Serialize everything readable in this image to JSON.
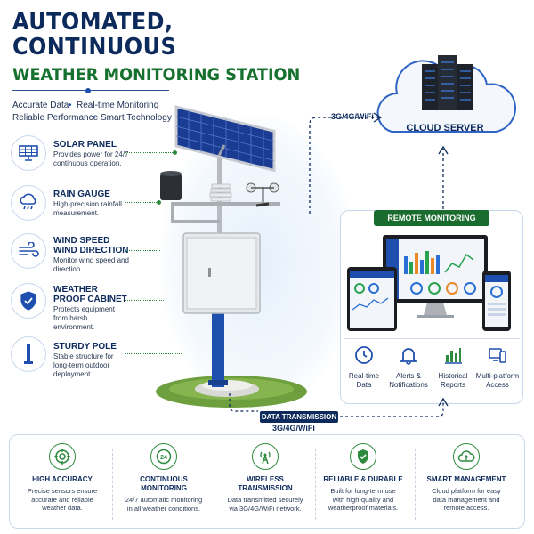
{
  "title": {
    "line1": "AUTOMATED,",
    "line2": "CONTINUOUS",
    "line3": "WEATHER MONITORING STATION"
  },
  "features": [
    "Accurate Data",
    "Real-time Monitoring",
    "Reliable Performance",
    "Smart Technology"
  ],
  "components": [
    {
      "title": "SOLAR PANEL",
      "desc": "Provides power for 24/7 continuous operation.",
      "icon": "solar-panel-icon"
    },
    {
      "title": "RAIN GAUGE",
      "desc": "High-precision rainfall measurement.",
      "icon": "rain-cloud-icon"
    },
    {
      "title": "WIND SPEED\nWIND DIRECTION",
      "title_a": "WIND SPEED",
      "title_b": "WIND DIRECTION",
      "desc": "Monitor wind speed and direction.",
      "icon": "wind-icon"
    },
    {
      "title_a": "WEATHER",
      "title_b": "PROOF CABINET",
      "desc": "Protects equipment from harsh environment.",
      "icon": "shield-icon"
    },
    {
      "title": "STURDY POLE",
      "desc": "Stable structure for long-term outdoor deployment.",
      "icon": "pole-icon"
    }
  ],
  "cloud": {
    "label": "CLOUD SERVER",
    "link": "3G/4G/WiFi"
  },
  "remote": {
    "header": "REMOTE MONITORING",
    "items": [
      {
        "label_a": "Real-time",
        "label_b": "Data",
        "icon": "clock-icon"
      },
      {
        "label_a": "Alerts &",
        "label_b": "Notifications",
        "icon": "bell-icon"
      },
      {
        "label_a": "Historical",
        "label_b": "Reports",
        "icon": "bar-chart-icon"
      },
      {
        "label_a": "Multi-platform",
        "label_b": "Access",
        "icon": "devices-icon"
      }
    ]
  },
  "transmission": {
    "label": "DATA TRANSMISSION",
    "sub": "3G/4G/WiFi"
  },
  "benefits": [
    {
      "title_a": "HIGH ACCURACY",
      "title_b": "",
      "desc": [
        "Precise sensors ensure",
        "accurate and reliable",
        "weather data."
      ],
      "icon": "target-icon"
    },
    {
      "title_a": "CONTINUOUS",
      "title_b": "MONITORING",
      "desc": [
        "24/7 automatic monitoring",
        "in all weather conditions."
      ],
      "icon": "24h-icon"
    },
    {
      "title_a": "WIRELESS",
      "title_b": "TRANSMISSION",
      "desc": [
        "Data transmitted securely",
        "via 3G/4G/WiFi network."
      ],
      "icon": "antenna-icon"
    },
    {
      "title_a": "RELIABLE & DURABLE",
      "title_b": "",
      "desc": [
        "Built for long-term use",
        "with high-quality and",
        "weatherproof materials."
      ],
      "icon": "shield-check-icon"
    },
    {
      "title_a": "SMART MANAGEMENT",
      "title_b": "",
      "desc": [
        "Cloud platform for easy",
        "data management and",
        "remote access."
      ],
      "icon": "cloud-upload-icon"
    }
  ],
  "colors": {
    "navy": "#0d2a5c",
    "green": "#16702e",
    "blue": "#1f4fae"
  }
}
